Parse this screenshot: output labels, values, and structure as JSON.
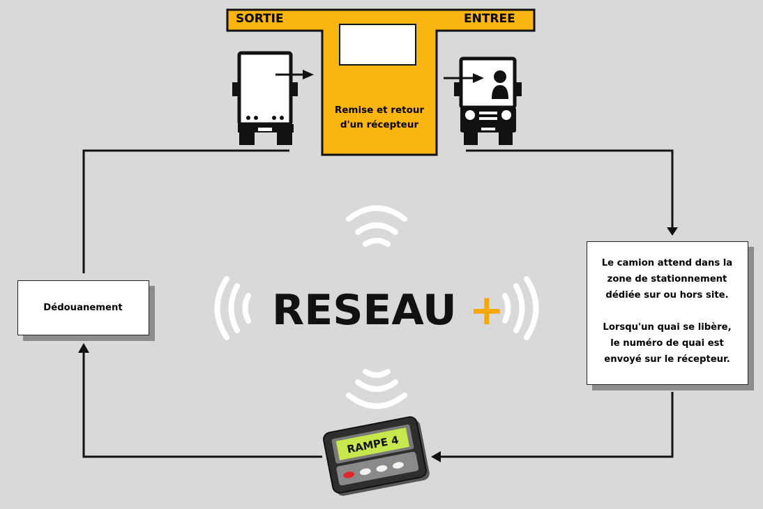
{
  "booth": {
    "exit_label": "SORTIE",
    "entry_label": "ENTREE",
    "description_line1": "Remise et retour",
    "description_line2": "d'un récepteur"
  },
  "customs_box": {
    "label": "Dédouanement"
  },
  "waiting_box": {
    "lines": [
      "Le camion attend dans la",
      "zone de stationnement",
      "dédiée sur ou hors site.",
      "",
      "Lorsqu'un quai se libère,",
      "le numéro de quai est",
      "envoyé sur le récepteur."
    ]
  },
  "network": {
    "label": "RESEAU",
    "plus": "+"
  },
  "pager": {
    "screen_text": "RAMPE 4"
  },
  "colors": {
    "background": "#d9d9d9",
    "accent_orange": "#fbb511",
    "plus_orange": "#f5a900",
    "pager_screen": "#c6e84d",
    "pager_red_button": "#e0262c"
  },
  "icons": [
    "truck-rear-icon",
    "truck-front-with-driver-icon",
    "wifi-signal-icon",
    "pager-icon",
    "arrow-icon"
  ]
}
